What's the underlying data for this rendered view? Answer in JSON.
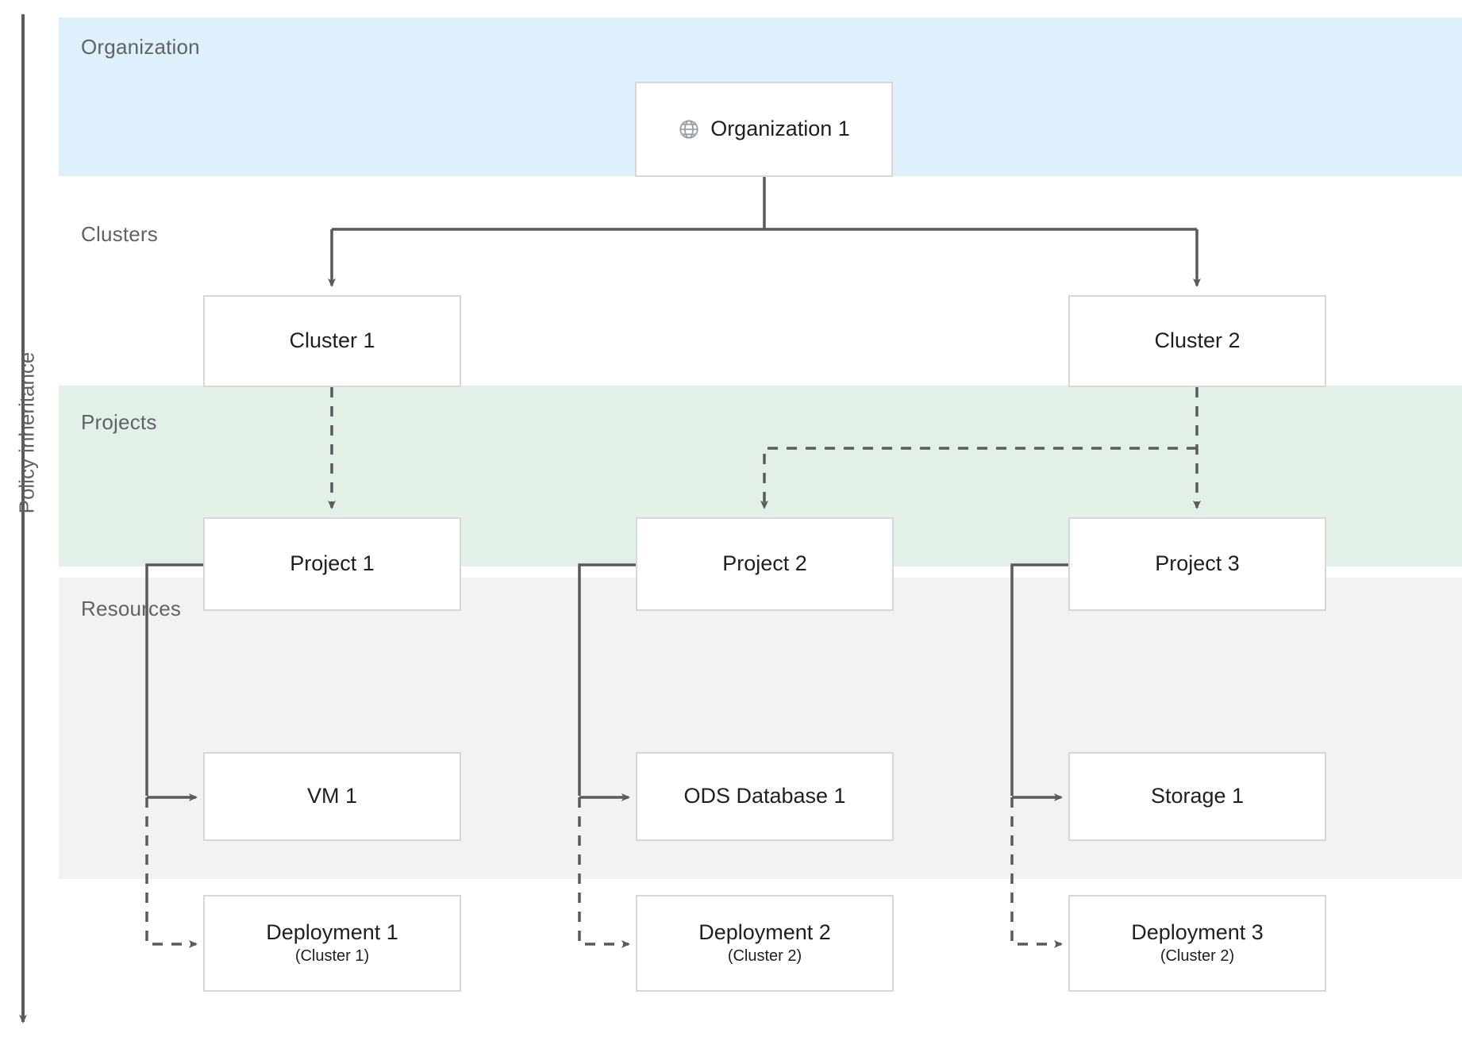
{
  "diagram": {
    "title_axis": {
      "label": "Policy inheritance",
      "icon": "down-arrow-icon"
    },
    "bands": [
      {
        "id": "organization",
        "label": "Organization",
        "color": "#def0fb"
      },
      {
        "id": "clusters",
        "label": "Clusters",
        "color": "#ffffff"
      },
      {
        "id": "projects",
        "label": "Projects",
        "color": "#e3f0e8"
      },
      {
        "id": "resources",
        "label": "Resources",
        "color": "#f2f2f2"
      }
    ],
    "nodes": {
      "organization_1": {
        "label": "Organization 1",
        "icon": "globe-icon"
      },
      "cluster_1": {
        "label": "Cluster 1"
      },
      "cluster_2": {
        "label": "Cluster 2"
      },
      "project_1": {
        "label": "Project 1"
      },
      "project_2": {
        "label": "Project 2"
      },
      "project_3": {
        "label": "Project 3"
      },
      "vm_1": {
        "label": "VM 1"
      },
      "ods_database_1": {
        "label": "ODS Database 1"
      },
      "storage_1": {
        "label": "Storage 1"
      },
      "deployment_1": {
        "label": "Deployment 1",
        "subtitle": "(Cluster 1)"
      },
      "deployment_2": {
        "label": "Deployment 2",
        "subtitle": "(Cluster 2)"
      },
      "deployment_3": {
        "label": "Deployment 3",
        "subtitle": "(Cluster 2)"
      }
    },
    "edges": [
      {
        "from": "organization_1",
        "to": "cluster_1",
        "style": "solid"
      },
      {
        "from": "organization_1",
        "to": "cluster_2",
        "style": "solid"
      },
      {
        "from": "cluster_1",
        "to": "project_1",
        "style": "dashed"
      },
      {
        "from": "cluster_2",
        "to": "project_2",
        "style": "dashed"
      },
      {
        "from": "cluster_2",
        "to": "project_3",
        "style": "dashed"
      },
      {
        "from": "project_1",
        "to": "vm_1",
        "style": "solid"
      },
      {
        "from": "project_1",
        "to": "deployment_1",
        "style": "dashed"
      },
      {
        "from": "project_2",
        "to": "ods_database_1",
        "style": "solid"
      },
      {
        "from": "project_2",
        "to": "deployment_2",
        "style": "dashed"
      },
      {
        "from": "project_3",
        "to": "storage_1",
        "style": "solid"
      },
      {
        "from": "project_3",
        "to": "deployment_3",
        "style": "dashed"
      }
    ],
    "colors": {
      "organization_band": "#def0fb",
      "projects_band": "#e3f0e8",
      "resources_band": "#f2f2f2",
      "node_border": "#d7d7d7",
      "connector": "#5a5a5a",
      "label_text": "#5f6368"
    }
  }
}
